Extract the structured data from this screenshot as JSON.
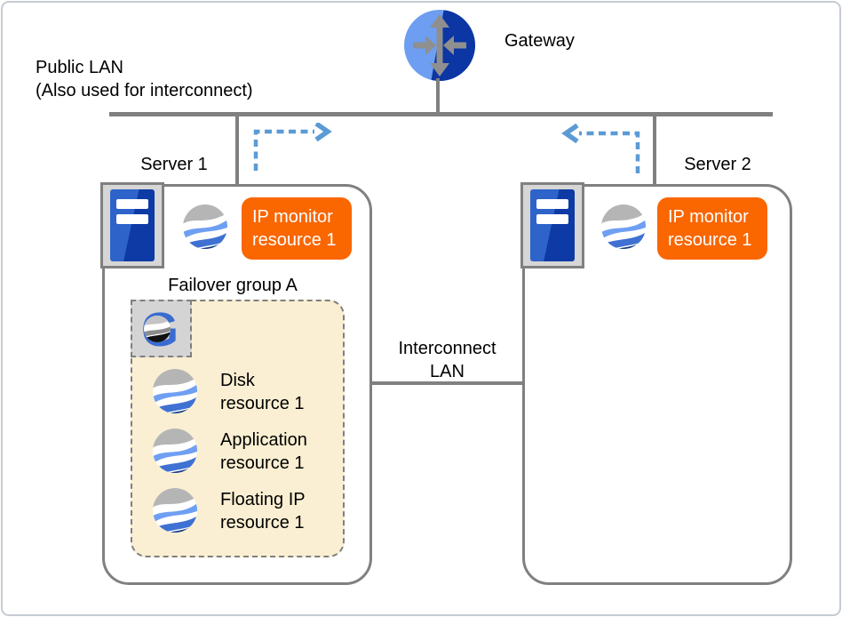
{
  "gateway": {
    "label": "Gateway"
  },
  "public_lan": {
    "label": "Public LAN\n(Also used for interconnect)"
  },
  "interconnect": {
    "label": "Interconnect\nLAN"
  },
  "servers": [
    {
      "name": "Server 1",
      "ip_monitor": {
        "label": "IP monitor\nresource 1"
      }
    },
    {
      "name": "Server 2",
      "ip_monitor": {
        "label": "IP monitor\nresource 1"
      }
    }
  ],
  "failover_group": {
    "title": "Failover group A",
    "resources": [
      {
        "label": "Disk\nresource 1"
      },
      {
        "label": "Application\nresource 1"
      },
      {
        "label": "Floating IP\nresource 1"
      }
    ]
  },
  "colors": {
    "line_gray": "#808080",
    "arrow_blue": "#5B9BD5",
    "badge_orange": "#FA6600",
    "group_fill_beige": "#FAEFD2",
    "gateway_blue_light": "#6D9EF1",
    "gateway_blue_dark": "#0B36A3",
    "server_blue_light": "#2E63C9",
    "server_blue_dark": "#0E3AA5",
    "globe_gray": "#B5B5B5",
    "globe_blue_light": "#6F9FF2",
    "globe_blue_mid": "#3E71D2",
    "globe_navy": "#123C86",
    "group_g_blue": "#3A6BD0"
  }
}
